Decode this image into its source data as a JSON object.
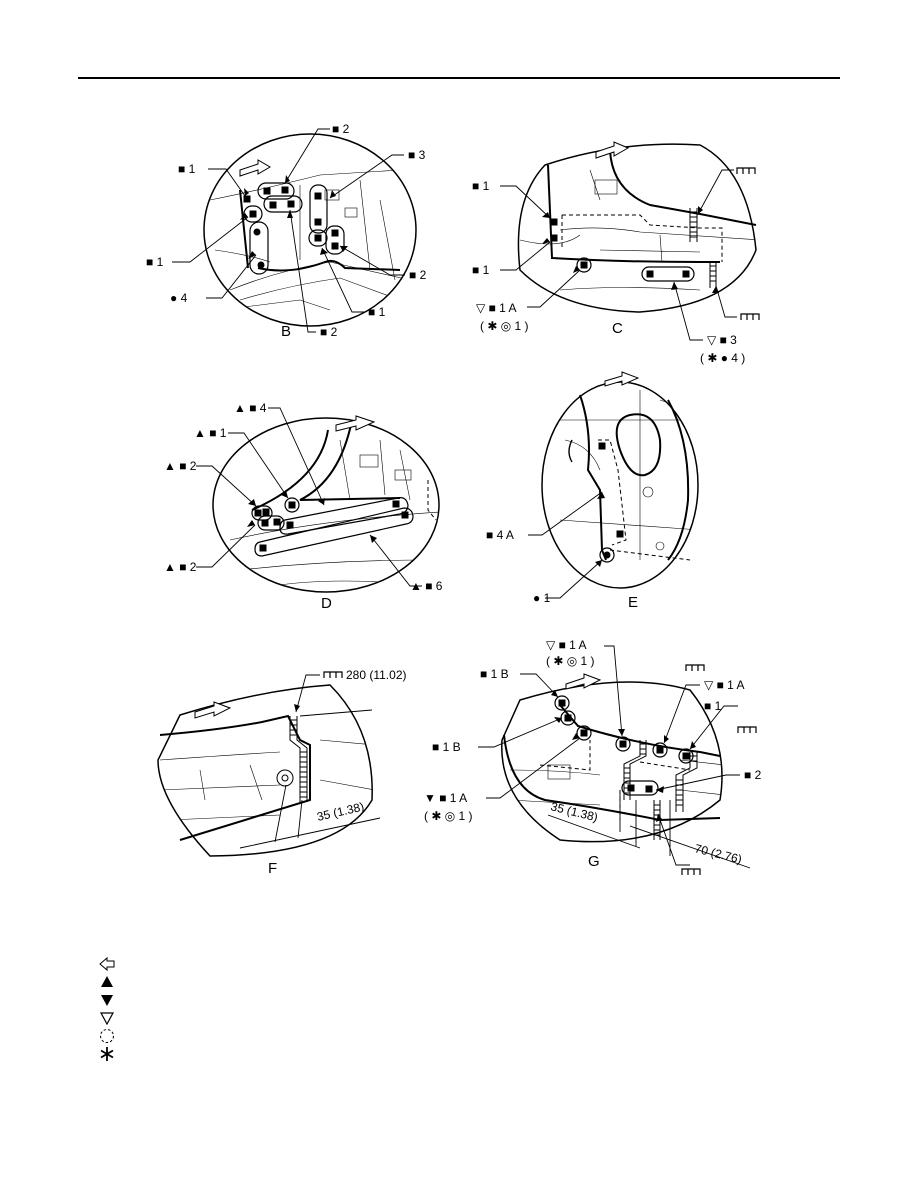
{
  "panels": {
    "b": {
      "label": "B",
      "callouts": [
        "■ 2",
        "■ 1",
        "■ 3",
        "■ 1",
        "■ 2",
        "● 4",
        "■ 1",
        "■ 2"
      ]
    },
    "c": {
      "label": "C",
      "callouts": [
        "■ 1",
        "■ 1",
        "▽ ■  1 A",
        "( ✱ ◎ 1 )",
        "▽ ■  3",
        "( ✱ ● 4 )"
      ]
    },
    "d": {
      "label": "D",
      "callouts": [
        "▲ ■  4",
        "▲ ■  1",
        "▲ ■  2",
        "▲ ■  2",
        "▲ ■  6"
      ]
    },
    "e": {
      "label": "E",
      "callouts": [
        "■  4 A",
        "●  1"
      ]
    },
    "f": {
      "label": "F",
      "callouts": [
        "280 (11.02)",
        "35 (1.38)"
      ]
    },
    "g": {
      "label": "G",
      "callouts": [
        "▽ ■  1 A",
        "( ✱ ◎ 1 )",
        "■  1 B",
        "▽ ■  1 A",
        "■  1",
        "■  1 B",
        "■  2",
        "▼ ■  1 A",
        "( ✱ ◎ 1 )",
        "35 (1.38)",
        "70 (2.76)"
      ]
    }
  },
  "legend": {
    "items": [
      "front-arrow-icon",
      "filled-triangle-up-icon",
      "filled-triangle-down-icon",
      "open-triangle-down-icon",
      "dashed-circle-icon",
      "asterisk-icon"
    ]
  },
  "links": {
    "left_link": "",
    "right_link": ""
  },
  "colors": {
    "ink": "#000000",
    "link": "#00a000"
  }
}
